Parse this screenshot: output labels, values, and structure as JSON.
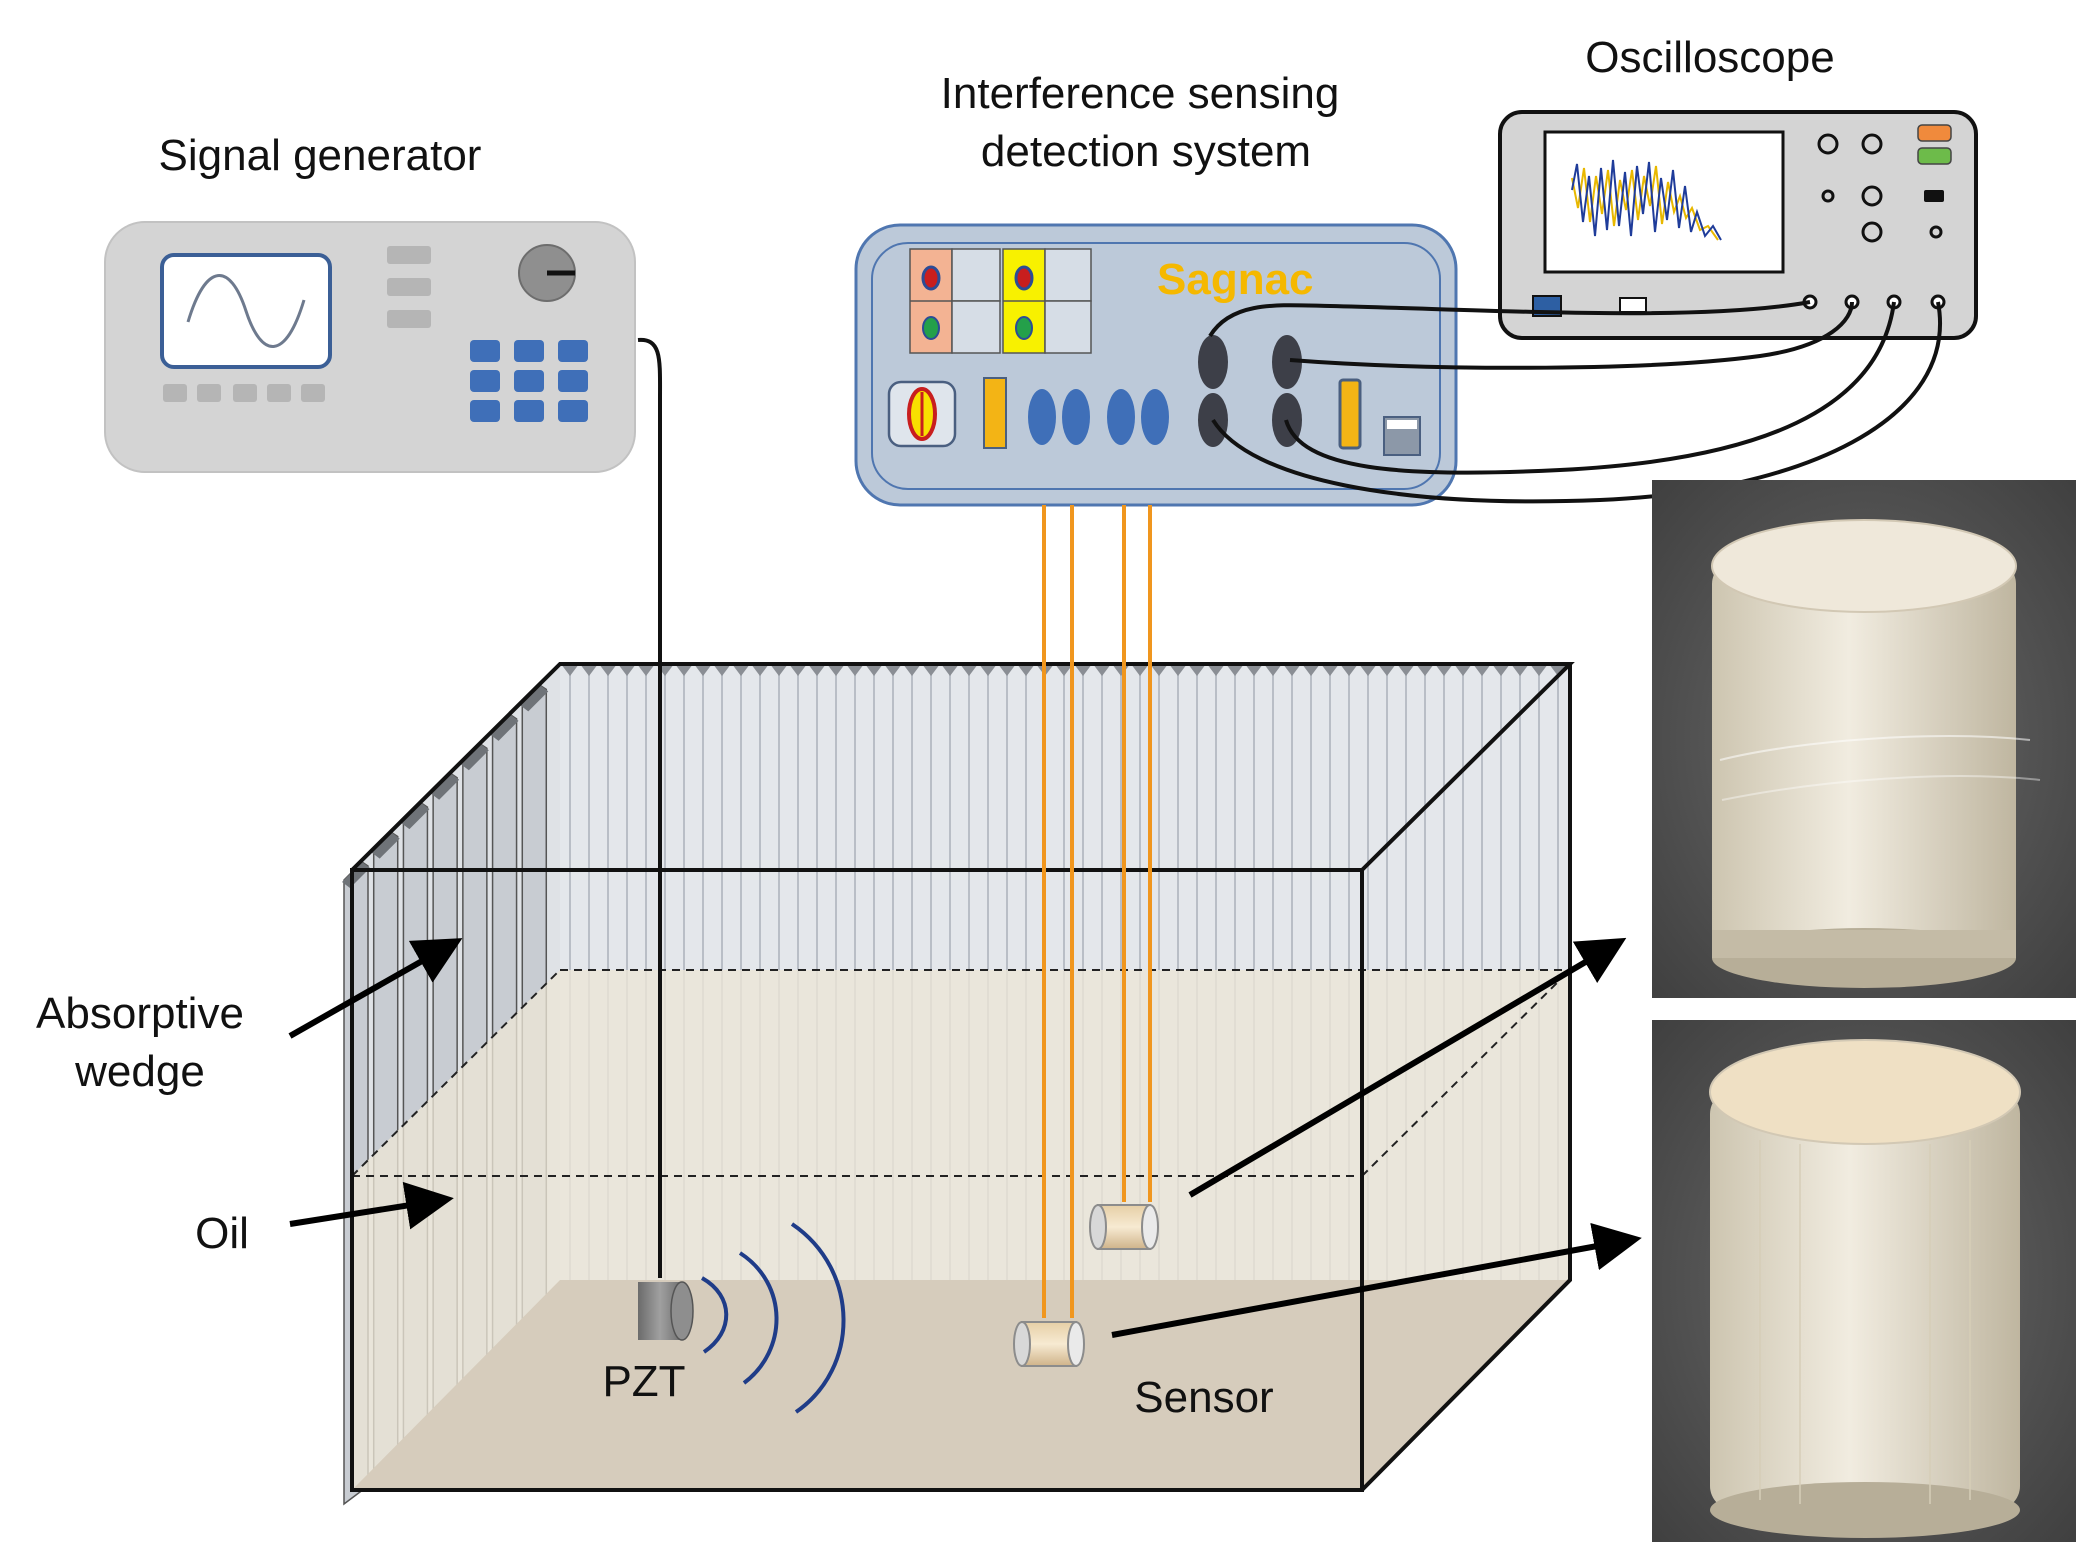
{
  "labels": {
    "signal_generator": "Signal generator",
    "interference_line1": "Interference sensing",
    "interference_line2": "detection system",
    "oscilloscope": "Oscilloscope",
    "sagnac": "Sagnac",
    "absorptive_line1": "Absorptive",
    "absorptive_line2": "wedge",
    "oil": "Oil",
    "pzt": "PZT",
    "sensor": "Sensor"
  },
  "colors": {
    "device_gray": "#d4d4d4",
    "sagnac_panel": "#bcc9d9",
    "sagnac_border": "#4f76b0",
    "fiber_orange": "#f0961e",
    "oil": "#ece6d6",
    "floor": "#d6ccbc",
    "wave_blue": "#1f3c88",
    "button_blue": "#3f6fb8",
    "text_yellow": "#f5b800"
  },
  "icons": [
    "sine-wave-icon",
    "knob-icon",
    "keypad-icon",
    "oscilloscope-trace-icon",
    "sound-wave-icon"
  ]
}
